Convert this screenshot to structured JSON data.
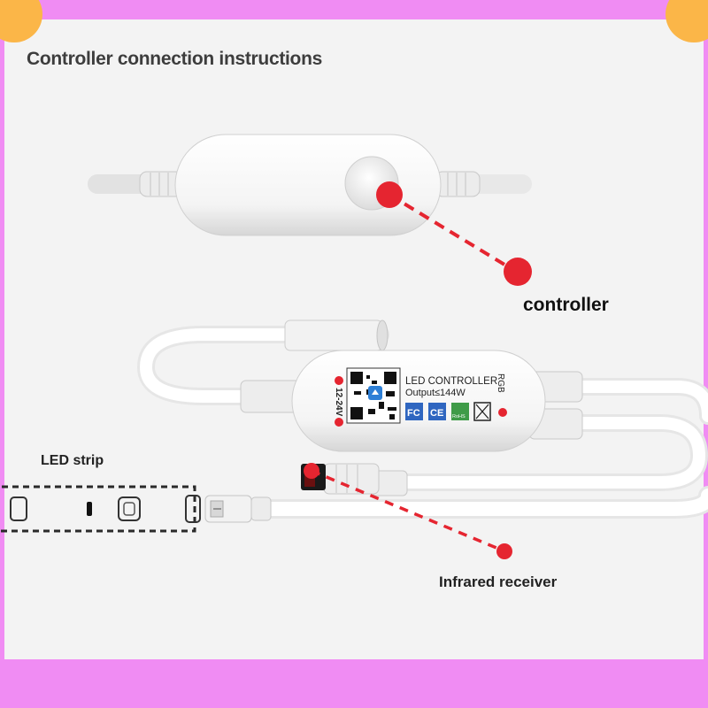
{
  "title": "Controller connection instructions",
  "labels": {
    "controller": "controller",
    "led_strip": "LED strip",
    "infrared_receiver": "Infrared receiver"
  },
  "device_labels": {
    "brand_line1": "LED CONTROLLER",
    "brand_line2": "Output≤144W",
    "voltage": "12-24V",
    "rgb": "RGB",
    "cert_fc": "FC",
    "cert_ce": "CE",
    "cert_rohs": "RoHS"
  },
  "colors": {
    "frame": "#f08cf3",
    "corner": "#fbb648",
    "pointer": "#e52530",
    "device_body": "#ffffff"
  }
}
